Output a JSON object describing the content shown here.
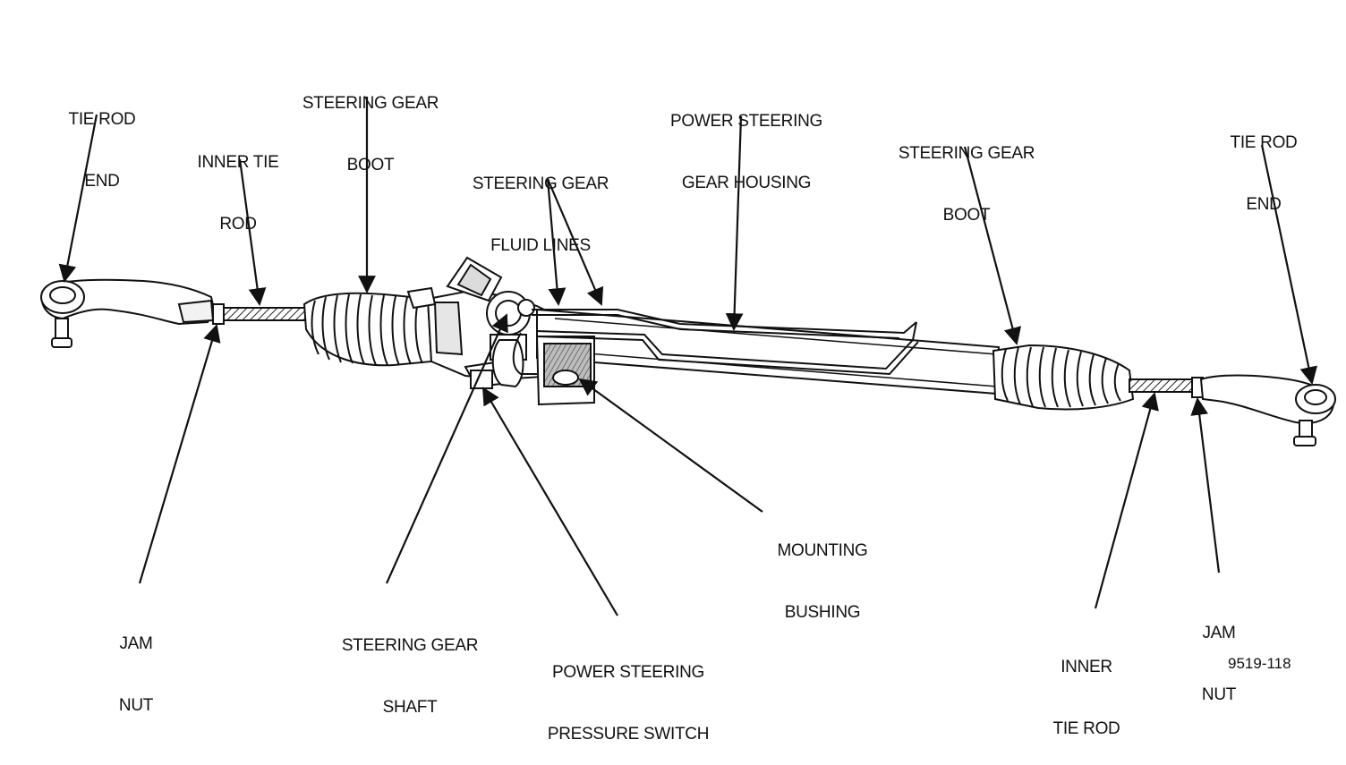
{
  "diagram": {
    "figure_id": "9519-118",
    "colors": {
      "line": "#111111",
      "fill": "#ffffff",
      "shade": "#9a9a9a",
      "background": "#ffffff"
    },
    "labels": {
      "tie_rod_end_left": [
        "TIE ROD",
        "END"
      ],
      "inner_tie_rod_left": [
        "INNER TIE",
        "ROD"
      ],
      "steering_gear_boot_left": [
        "STEERING GEAR",
        "BOOT"
      ],
      "fluid_lines": [
        "STEERING GEAR",
        "FLUID LINES"
      ],
      "gear_housing": [
        "POWER STEERING",
        "GEAR HOUSING"
      ],
      "steering_gear_boot_right": [
        "STEERING GEAR",
        "BOOT"
      ],
      "tie_rod_end_right": [
        "TIE ROD",
        "END"
      ],
      "mounting_bushing": [
        "MOUNTING",
        "BUSHING"
      ],
      "jam_nut_left": [
        "JAM",
        "NUT"
      ],
      "steering_gear_shaft": [
        "STEERING GEAR",
        "SHAFT"
      ],
      "pressure_switch": [
        "POWER STEERING",
        "PRESSURE SWITCH"
      ],
      "inner_tie_rod_right": [
        "INNER",
        "TIE ROD"
      ],
      "jam_nut_right": [
        "JAM",
        "NUT"
      ]
    }
  }
}
